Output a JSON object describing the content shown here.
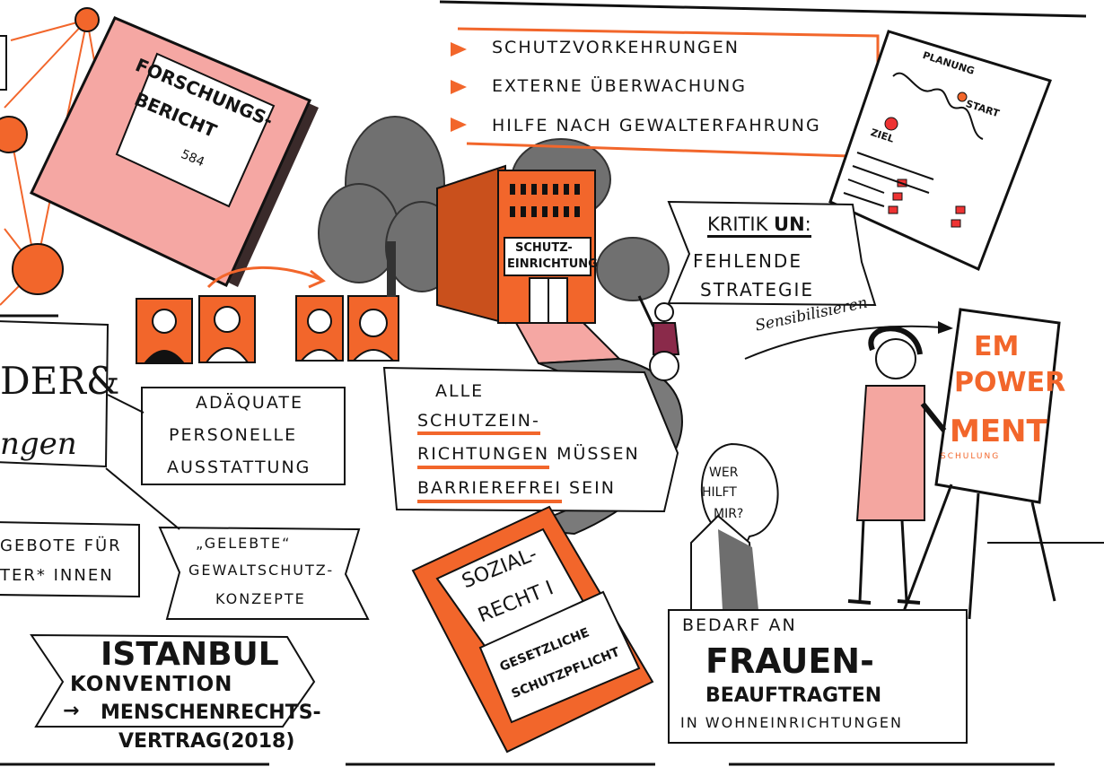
{
  "colors": {
    "accent_orange": "#f2662b",
    "pink": "#f4a6a0",
    "gray_tree": "#6e6e6e",
    "ink": "#141414"
  },
  "report": {
    "title_line1": "FORSCHUNGS-",
    "title_line2": "BERICHT",
    "number": "584"
  },
  "protection_list": {
    "items": [
      {
        "label": "SCHUTZVORKEHRUNGEN"
      },
      {
        "label": "EXTERNE ÜBERWACHUNG"
      },
      {
        "label": "HILFE NACH GEWALTERFAHRUNG"
      }
    ]
  },
  "planning_board": {
    "title": "PLANUNG",
    "start_label": "START",
    "goal_label": "ZIEL"
  },
  "building": {
    "sign_line1": "SCHUTZ-",
    "sign_line2": "EINRICHTUNG"
  },
  "criticism": {
    "title_prefix": "KRITIK ",
    "title_bold": "UN",
    "title_suffix": ":",
    "line1": "FEHLENDE",
    "line2": "STRATEGIE"
  },
  "sensitize": {
    "label": "Sensibilisieren"
  },
  "empowerment": {
    "line1": "EM",
    "line2": "POWER",
    "line3": "MENT",
    "subtitle": "SCHULUNG"
  },
  "left_edge": {
    "fragment1": "DER&",
    "fragment2": "ngen",
    "fragment3_line1": "GEBOTE FÜR",
    "fragment3_line2": "TER* INNEN"
  },
  "staffing": {
    "line1": "ADÄQUATE",
    "line2": "PERSONELLE",
    "line3": "AUSSTATTUNG"
  },
  "accessibility": {
    "line1": "ALLE",
    "line2": "SCHUTZEIN-",
    "line3a": "RICHTUNGEN",
    "line3b": " MÜSSEN",
    "line4a": "BARRIEREFREI",
    "line4b": " SEIN"
  },
  "speech": {
    "line1": "WER",
    "line2": "HILFT",
    "line3": "MIR?"
  },
  "concepts": {
    "line1": "„GELEBTE“",
    "line2": "GEWALTSCHUTZ-",
    "line3": "KONZEPTE"
  },
  "social_law": {
    "line1": "SOZIAL-",
    "line2": "RECHT I",
    "line3": "GESETZLICHE",
    "line4": "SCHUTZPFLICHT"
  },
  "istanbul": {
    "line1": "ISTANBUL",
    "line2": "KONVENTION",
    "arrow": "→",
    "line3": "MENSCHENRECHTS-",
    "line4": "VERTRAG(2018)"
  },
  "women_rep": {
    "line1": "BEDARF AN",
    "line2": "FRAUEN-",
    "line3": "BEAUFTRAGTEN",
    "line4": "IN WOHNEINRICHTUNGEN"
  }
}
